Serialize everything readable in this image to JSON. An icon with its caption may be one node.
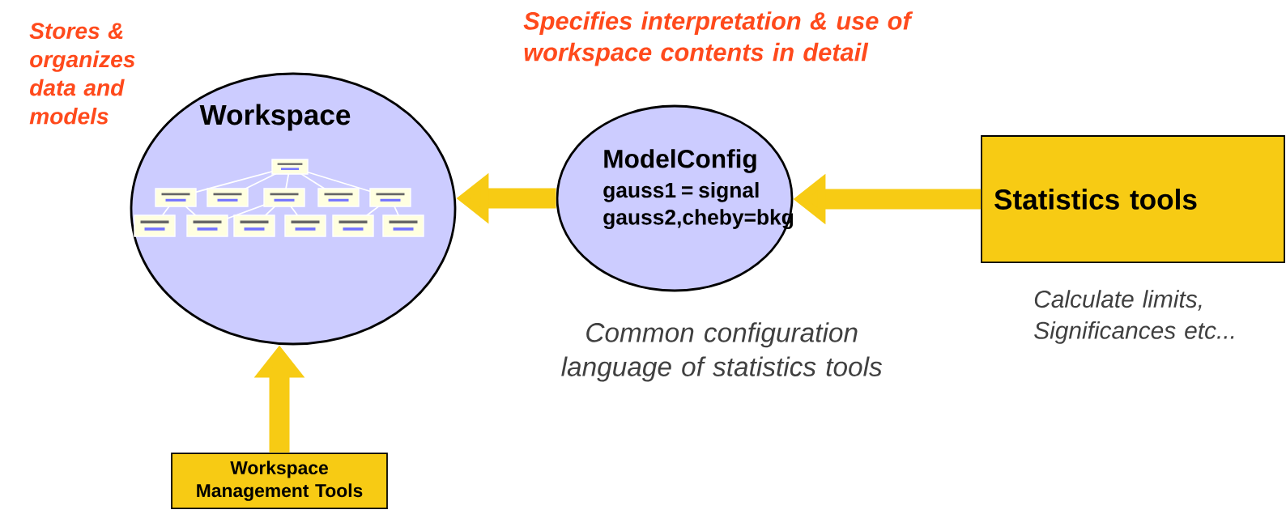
{
  "diagram": {
    "nodes": [
      {
        "text": [
          "Workspace"
        ],
        "beside": [
          "Stores & organizes data and models"
        ]
      },
      {
        "text": [
          "ModelConfig",
          "gauss1 = signal gauss2,cheby=bkg"
        ],
        "beside": [
          "Specifies interpretation & use of workspace contents in detail",
          "Common configuration language of statistics tools"
        ]
      },
      {
        "text": [
          "Statistics tools"
        ],
        "beside": [
          "Calculate limits, Significances etc..."
        ]
      },
      {
        "text": [
          "Workspace Management Tools"
        ]
      }
    ],
    "edges": [
      {
        "from": 1,
        "to": 0,
        "arrow": "to"
      },
      {
        "from": 2,
        "to": 1,
        "arrow": "to"
      },
      {
        "from": 3,
        "to": 0,
        "arrow": "to"
      }
    ]
  }
}
